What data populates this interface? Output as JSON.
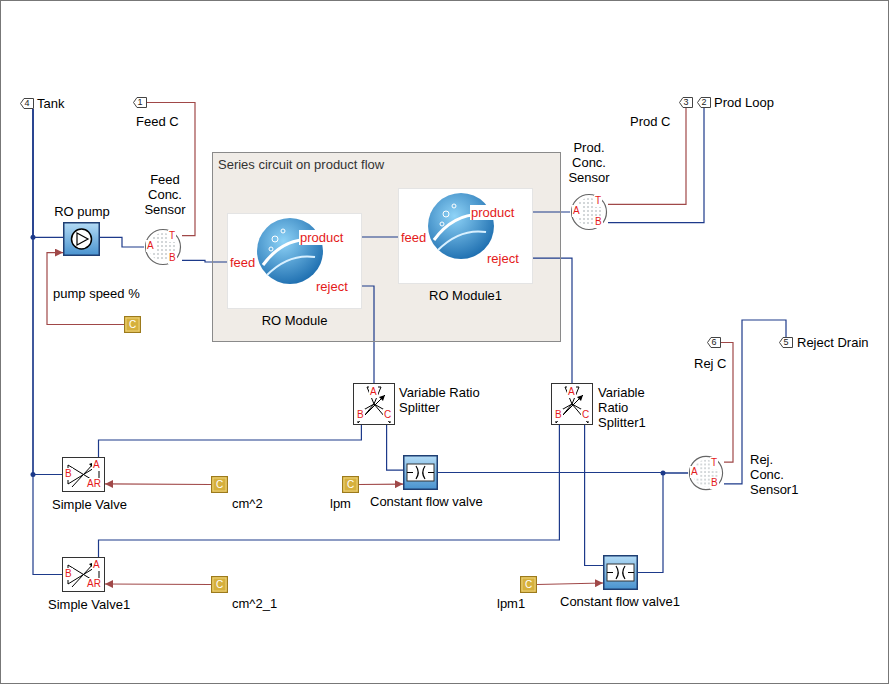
{
  "diagram": {
    "nodes": [
      {
        "text": [
          "4",
          "Tank"
        ]
      },
      {
        "text": [
          "1",
          "Feed C"
        ]
      },
      {
        "text": [
          "3",
          "Prod C"
        ]
      },
      {
        "text": [
          "2",
          "Prod Loop"
        ]
      },
      {
        "text": [
          "RO pump"
        ]
      },
      {
        "text": [
          "Feed Conc. Sensor",
          "A",
          "T",
          "B"
        ]
      },
      {
        "text": [
          "Series circuit on product flow"
        ]
      },
      {
        "text": [
          "feed",
          "product",
          "reject",
          "RO Module"
        ],
        "in": 6
      },
      {
        "text": [
          "feed",
          "product",
          "reject",
          "RO Module1"
        ],
        "in": 6
      },
      {
        "text": [
          "Prod. Conc. Sensor",
          "A",
          "T",
          "B"
        ]
      },
      {
        "text": [
          "C",
          "pump speed %"
        ]
      },
      {
        "text": [
          "6",
          "Rej C"
        ]
      },
      {
        "text": [
          "5",
          "Reject Drain"
        ]
      },
      {
        "text": [
          "Variable Ratio Splitter",
          "A",
          "B",
          "C"
        ]
      },
      {
        "text": [
          "Variable Ratio Splitter1",
          "A",
          "B",
          "C"
        ]
      },
      {
        "text": [
          "Rej. Conc. Sensor1",
          "A",
          "T",
          "B"
        ]
      },
      {
        "text": [
          "Simple Valve",
          "B",
          "A",
          "AR"
        ]
      },
      {
        "text": [
          "C",
          "cm^2"
        ]
      },
      {
        "text": [
          "C",
          "lpm"
        ]
      },
      {
        "text": [
          "Constant flow valve"
        ]
      },
      {
        "text": [
          "Simple Valve1",
          "B",
          "A",
          "AR"
        ]
      },
      {
        "text": [
          "C",
          "cm^2_1"
        ]
      },
      {
        "text": [
          "C",
          "lpm1"
        ]
      },
      {
        "text": [
          "Constant flow valve1"
        ]
      }
    ],
    "edges": [
      {
        "from": 0,
        "to": 4,
        "arrow": "none"
      },
      {
        "from": 0,
        "to": 16,
        "arrow": "none"
      },
      {
        "from": 0,
        "to": 20,
        "arrow": "none"
      },
      {
        "from": 10,
        "to": 4,
        "arrow": "to"
      },
      {
        "from": 4,
        "to": 5,
        "arrow": "none"
      },
      {
        "from": 5,
        "to": 1,
        "arrow": "none"
      },
      {
        "from": 5,
        "to": 7,
        "arrow": "none"
      },
      {
        "from": 7,
        "to": 8,
        "arrow": "none"
      },
      {
        "from": 8,
        "to": 9,
        "arrow": "none"
      },
      {
        "from": 9,
        "to": 2,
        "arrow": "none"
      },
      {
        "from": 9,
        "to": 3,
        "arrow": "none"
      },
      {
        "from": 7,
        "to": 13,
        "arrow": "none"
      },
      {
        "from": 8,
        "to": 14,
        "arrow": "none"
      },
      {
        "from": 13,
        "to": 16,
        "arrow": "none"
      },
      {
        "from": 13,
        "to": 19,
        "arrow": "none"
      },
      {
        "from": 14,
        "to": 20,
        "arrow": "none"
      },
      {
        "from": 14,
        "to": 23,
        "arrow": "none"
      },
      {
        "from": 19,
        "to": 15,
        "arrow": "none"
      },
      {
        "from": 23,
        "to": 15,
        "arrow": "none"
      },
      {
        "from": 15,
        "to": 11,
        "arrow": "none"
      },
      {
        "from": 15,
        "to": 12,
        "arrow": "none"
      },
      {
        "from": 17,
        "to": 16,
        "arrow": "to"
      },
      {
        "from": 21,
        "to": 20,
        "arrow": "to"
      },
      {
        "from": 18,
        "to": 19,
        "arrow": "to"
      },
      {
        "from": 22,
        "to": 23,
        "arrow": "to"
      }
    ]
  }
}
